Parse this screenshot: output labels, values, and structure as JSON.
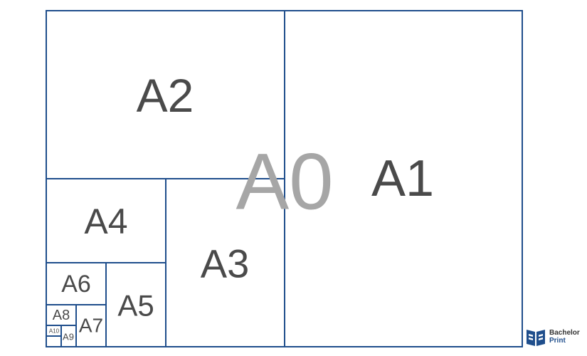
{
  "diagram": {
    "stroke_color": "#1f4e8c",
    "label_color": "#4a4a4a",
    "watermark_color": "#a6a6a6",
    "labels": {
      "a0": "A0",
      "a1": "A1",
      "a2": "A2",
      "a3": "A3",
      "a4": "A4",
      "a5": "A5",
      "a6": "A6",
      "a7": "A7",
      "a8": "A8",
      "a9": "A9",
      "a10": "A10"
    }
  },
  "logo": {
    "line1": "Bachelor",
    "line2": "Print"
  }
}
